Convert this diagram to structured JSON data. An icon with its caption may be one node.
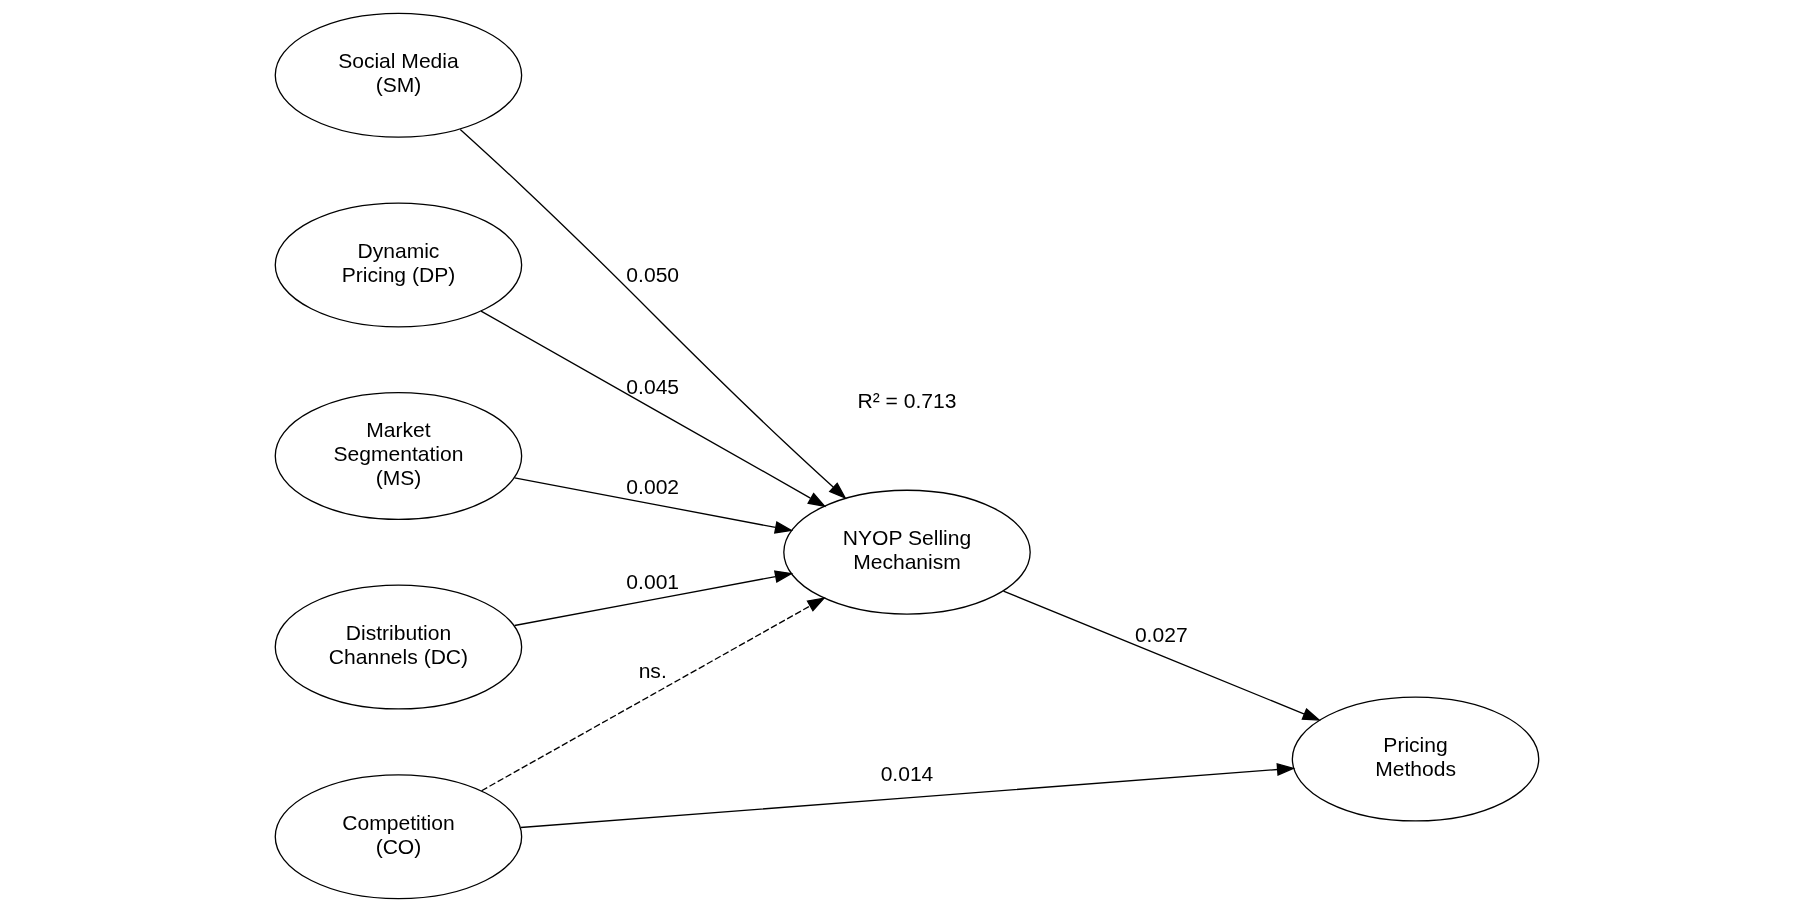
{
  "diagram": {
    "nodes": [
      {
        "text": [
          "Social Media (SM)"
        ]
      },
      {
        "text": [
          "Dynamic Pricing (DP)"
        ]
      },
      {
        "text": [
          "Market Segmentation (MS)"
        ]
      },
      {
        "text": [
          "Distribution Channels (DC)"
        ]
      },
      {
        "text": [
          "Competition (CO)"
        ]
      },
      {
        "text": [
          "NYOP Selling Mechanism"
        ],
        "beside": [
          "R² = 0.713"
        ]
      },
      {
        "text": [
          "Pricing Methods"
        ]
      }
    ],
    "edges": [
      {
        "from": 0,
        "to": 5,
        "arrow": "to",
        "label": "0.050"
      },
      {
        "from": 1,
        "to": 5,
        "arrow": "to",
        "label": "0.045"
      },
      {
        "from": 2,
        "to": 5,
        "arrow": "to",
        "label": "0.002"
      },
      {
        "from": 3,
        "to": 5,
        "arrow": "to",
        "label": "0.001"
      },
      {
        "from": 4,
        "to": 5,
        "arrow": "to",
        "label": "ns.",
        "style": "dashed"
      },
      {
        "from": 4,
        "to": 6,
        "arrow": "to",
        "label": "0.014"
      },
      {
        "from": 5,
        "to": 6,
        "arrow": "to",
        "label": "0.027"
      }
    ]
  }
}
